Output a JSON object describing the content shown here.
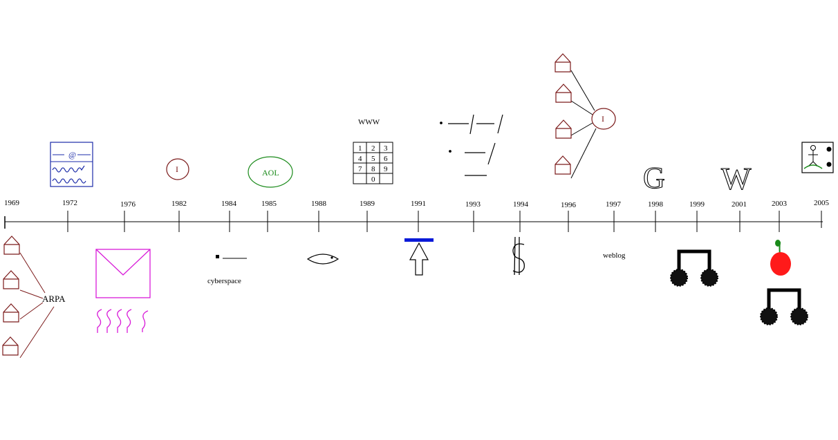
{
  "timeline": {
    "years": [
      "1969",
      "1972",
      "1976",
      "1982",
      "1984",
      "1985",
      "1988",
      "1989",
      "1991",
      "1993",
      "1994",
      "1996",
      "1997",
      "1998",
      "1999",
      "2001",
      "2003",
      "2005"
    ]
  },
  "labels": {
    "arpa": "ARPA",
    "email_at": "@",
    "internet_1982": "I",
    "cyberspace": "cyberspace",
    "aol": "AOL",
    "www": "WWW",
    "keypad": [
      "1",
      "2",
      "3",
      "4",
      "5",
      "6",
      "7",
      "8",
      "9",
      "0"
    ],
    "internet_1996": "I",
    "weblog": "weblog",
    "google": "G",
    "wiki": "W"
  },
  "colors": {
    "house": "#7b1a1a",
    "email_blue": "#1a2aa8",
    "mail_magenta": "#d81ad8",
    "aol_green": "#1a8a1a",
    "bar_blue": "#0a1ad8",
    "apple_red": "#ff1a1a",
    "leaf_green": "#1a8a1a"
  },
  "icons": {
    "network_1969": "house-network-icon",
    "email_1972": "email-window-icon",
    "mail_1976": "envelope-icon",
    "cyberspace_1984": "dot-dash-icon",
    "mouse_1988": "mouse-fish-icon",
    "upload_1991": "upload-arrow-icon",
    "morse_1993": "morse-slash-icon",
    "dollar_1994": "dollar-icon",
    "network_1996": "house-network-icon",
    "headphones_1999": "headphones-icon",
    "apple_2003": "apple-icon",
    "headphones_2003": "headphones-icon",
    "player_2005": "stick-figure-icon"
  }
}
